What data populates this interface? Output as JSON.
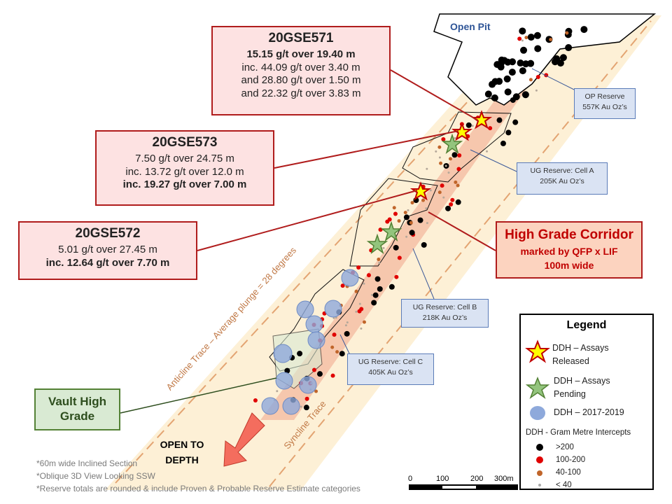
{
  "open_pit_label": "Open Pit",
  "drill_holes": [
    {
      "id": "20GSE571",
      "lines": [
        "15.15 g/t over 19.40 m",
        "inc. 44.09 g/t over 3.40 m",
        "and 28.80 g/t over 1.50 m",
        "and 22.32 g/t over 3.83 m"
      ]
    },
    {
      "id": "20GSE573",
      "lines": [
        "7.50 g/t over 24.75 m",
        "inc. 13.72 g/t over 12.0 m",
        "inc. 19.27 g/t over 7.00 m"
      ]
    },
    {
      "id": "20GSE572",
      "lines": [
        "5.01 g/t over 27.45 m",
        "inc. 12.64 g/t over 7.70 m"
      ]
    }
  ],
  "labels": {
    "inc": "inc."
  },
  "reserves": [
    {
      "name": "OP Reserve",
      "value": "557K Au Oz’s"
    },
    {
      "name": "UG Reserve: Cell A",
      "value": "205K Au Oz’s"
    },
    {
      "name": "UG Reserve: Cell B",
      "value": "218K Au Oz’s"
    },
    {
      "name": "UG Reserve: Cell C",
      "value": "405K Au Oz’s"
    }
  ],
  "high_grade_corridor": {
    "title": "High Grade Corridor",
    "sub": "marked by QFP x LIF",
    "width": "100m wide"
  },
  "vault": {
    "line1": "Vault High",
    "line2": "Grade"
  },
  "anticline_label": "Anticline Trace – Average plunge = 28 degrees",
  "syncline_label": "Syncline Trace",
  "open_to_depth": {
    "line1": "OPEN TO",
    "line2": "DEPTH"
  },
  "notes": [
    "*60m wide Inclined Section",
    "*Oblique 3D View Looking SSW",
    "*Reserve totals are rounded & include Proven & Probable Reserve Estimate categories"
  ],
  "scale": {
    "ticks": [
      "0",
      "100",
      "200",
      "300m"
    ]
  },
  "legend": {
    "title": "Legend",
    "released": [
      "DDH – Assays",
      "Released"
    ],
    "pending": [
      "DDH – Assays",
      "Pending"
    ],
    "historic": "DDH – 2017-2019",
    "gm_title": "DDH - Gram Metre Intercepts",
    "gm": [
      ">200",
      "100-200",
      "40-100",
      "< 40"
    ]
  },
  "colors": {
    "hole_border": "#b01c1c",
    "reserve_fill": "#dae3f3",
    "corridor": "#f4bfa6",
    "band": "#fdf0d6"
  }
}
